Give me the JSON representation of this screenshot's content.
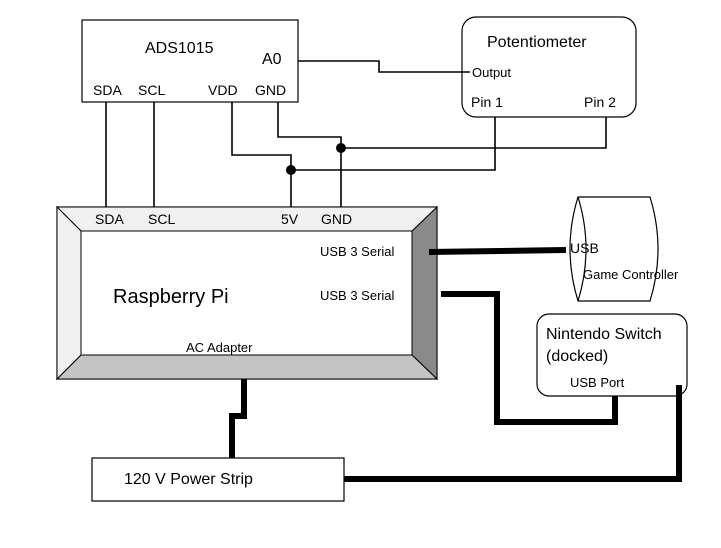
{
  "ads": {
    "name": "ADS1015",
    "pin_a0": "A0",
    "pin_sda": "SDA",
    "pin_scl": "SCL",
    "pin_vdd": "VDD",
    "pin_gnd": "GND"
  },
  "pot": {
    "name": "Potentiometer",
    "output": "Output",
    "pin1": "Pin 1",
    "pin2": "Pin 2"
  },
  "pi": {
    "name": "Raspberry Pi",
    "pin_sda": "SDA",
    "pin_scl": "SCL",
    "pin_5v": "5V",
    "pin_gnd": "GND",
    "usb1": "USB 3 Serial",
    "usb2": "USB 3 Serial",
    "ac": "AC Adapter"
  },
  "controller": {
    "usb": "USB",
    "name": "Game Controller"
  },
  "switch": {
    "line1": "Nintendo Switch",
    "line2": "(docked)",
    "port": "USB Port"
  },
  "power": {
    "name": "120 V Power Strip"
  }
}
